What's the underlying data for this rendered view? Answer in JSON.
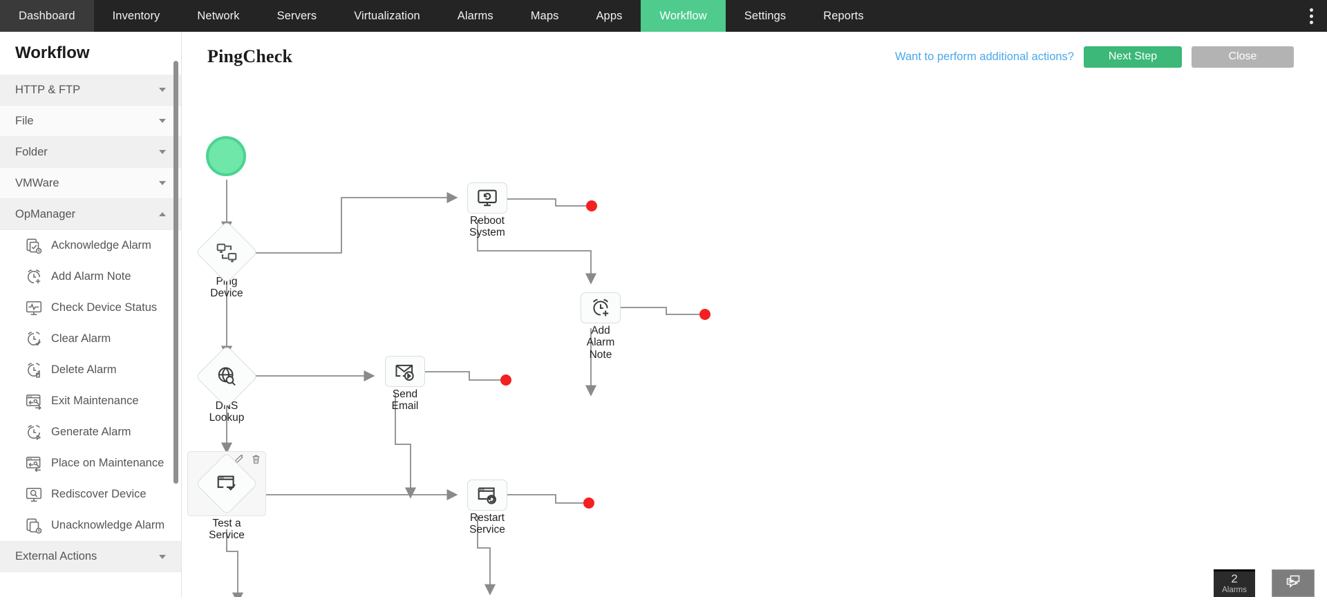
{
  "topnav": {
    "items": [
      {
        "label": "Dashboard",
        "active": false
      },
      {
        "label": "Inventory",
        "active": false
      },
      {
        "label": "Network",
        "active": false
      },
      {
        "label": "Servers",
        "active": false
      },
      {
        "label": "Virtualization",
        "active": false
      },
      {
        "label": "Alarms",
        "active": false
      },
      {
        "label": "Maps",
        "active": false
      },
      {
        "label": "Apps",
        "active": false
      },
      {
        "label": "Workflow",
        "active": true
      },
      {
        "label": "Settings",
        "active": false
      },
      {
        "label": "Reports",
        "active": false
      }
    ],
    "kebab_icon": "more-vertical-icon",
    "active_color": "#4ecb8d",
    "background": "#242424"
  },
  "sidebar": {
    "title": "Workflow",
    "groups": [
      {
        "label": "HTTP & FTP",
        "expanded": false
      },
      {
        "label": "File",
        "expanded": false
      },
      {
        "label": "Folder",
        "expanded": false
      },
      {
        "label": "VMWare",
        "expanded": false
      },
      {
        "label": "OpManager",
        "expanded": true
      }
    ],
    "opmanager_items": [
      {
        "label": "Acknowledge Alarm",
        "icon": "acknowledge-alarm-icon"
      },
      {
        "label": "Add Alarm Note",
        "icon": "add-alarm-note-icon"
      },
      {
        "label": "Check Device Status",
        "icon": "check-device-status-icon"
      },
      {
        "label": "Clear Alarm",
        "icon": "clear-alarm-icon"
      },
      {
        "label": "Delete Alarm",
        "icon": "delete-alarm-icon"
      },
      {
        "label": "Exit Maintenance",
        "icon": "exit-maintenance-icon"
      },
      {
        "label": "Generate Alarm",
        "icon": "generate-alarm-icon"
      },
      {
        "label": "Place on Maintenance",
        "icon": "place-on-maintenance-icon"
      },
      {
        "label": "Rediscover Device",
        "icon": "rediscover-device-icon"
      },
      {
        "label": "Unacknowledge Alarm",
        "icon": "unacknowledge-alarm-icon"
      }
    ],
    "footer_group": {
      "label": "External Actions",
      "expanded": false
    }
  },
  "header": {
    "workflow_name": "PingCheck",
    "hint_text": "Want to perform additional actions?",
    "next_step_label": "Next Step",
    "close_label": "Close",
    "next_color": "#3cb878",
    "close_color": "#b3b3b3",
    "hint_color": "#4aa9ea"
  },
  "canvas": {
    "start_node": {
      "name": "start",
      "icon": "start-circle-icon",
      "color": "#6ee7a8"
    },
    "nodes": [
      {
        "id": "ping-device",
        "label": "Ping\nDevice",
        "shape": "diamond",
        "icon": "ping-device-icon",
        "selected": false
      },
      {
        "id": "reboot-system",
        "label": "Reboot\nSystem",
        "shape": "square",
        "icon": "reboot-system-icon",
        "selected": false
      },
      {
        "id": "add-alarm-note",
        "label": "Add\nAlarm\nNote",
        "shape": "square",
        "icon": "add-alarm-note-icon",
        "selected": false
      },
      {
        "id": "dns-lookup",
        "label": "DNS\nLookup",
        "shape": "diamond",
        "icon": "dns-lookup-icon",
        "selected": false
      },
      {
        "id": "send-email",
        "label": "Send\nEmail",
        "shape": "square",
        "icon": "send-email-icon",
        "selected": false
      },
      {
        "id": "test-a-service",
        "label": "Test a\nService",
        "shape": "diamond",
        "icon": "test-a-service-icon",
        "selected": true
      },
      {
        "id": "restart-service",
        "label": "Restart\nService",
        "shape": "square",
        "icon": "restart-service-icon",
        "selected": false
      }
    ],
    "end_dots_count": 4,
    "end_dot_color": "#f42020",
    "selected_tools": [
      {
        "name": "edit-icon",
        "label": "Edit"
      },
      {
        "name": "delete-icon",
        "label": "Delete"
      }
    ]
  },
  "footer": {
    "alarm_count": "2",
    "alarm_caption": "Alarms",
    "chat_icon": "chat-icon"
  }
}
